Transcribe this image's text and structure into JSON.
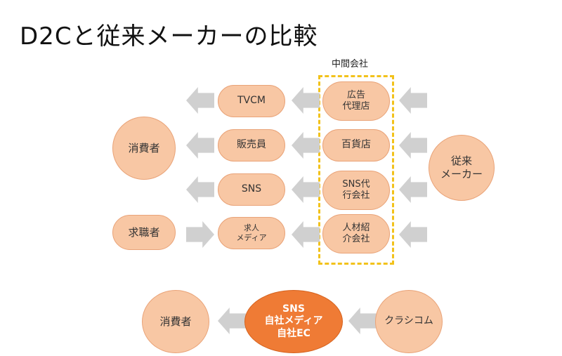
{
  "title": "D2Cと従来メーカーの比較",
  "intermediary_label": "中間会社",
  "nodes": {
    "consumer": "消費者",
    "job_seeker": "求職者",
    "tvcm": "TVCM",
    "sales_staff": "販売員",
    "sns": "SNS",
    "job_media": "求人\nメディア",
    "ad_agency": "広告\n代理店",
    "department_store": "百貨店",
    "sns_agency": "SNS代\n行会社",
    "staffing_agency": "人材紹\n介会社",
    "maker": "従来\nメーカー"
  },
  "bottom": {
    "consumer": "消費者",
    "d2c_channels": "SNS\n自社メディア\n自社EC",
    "brand": "クラシコム"
  }
}
